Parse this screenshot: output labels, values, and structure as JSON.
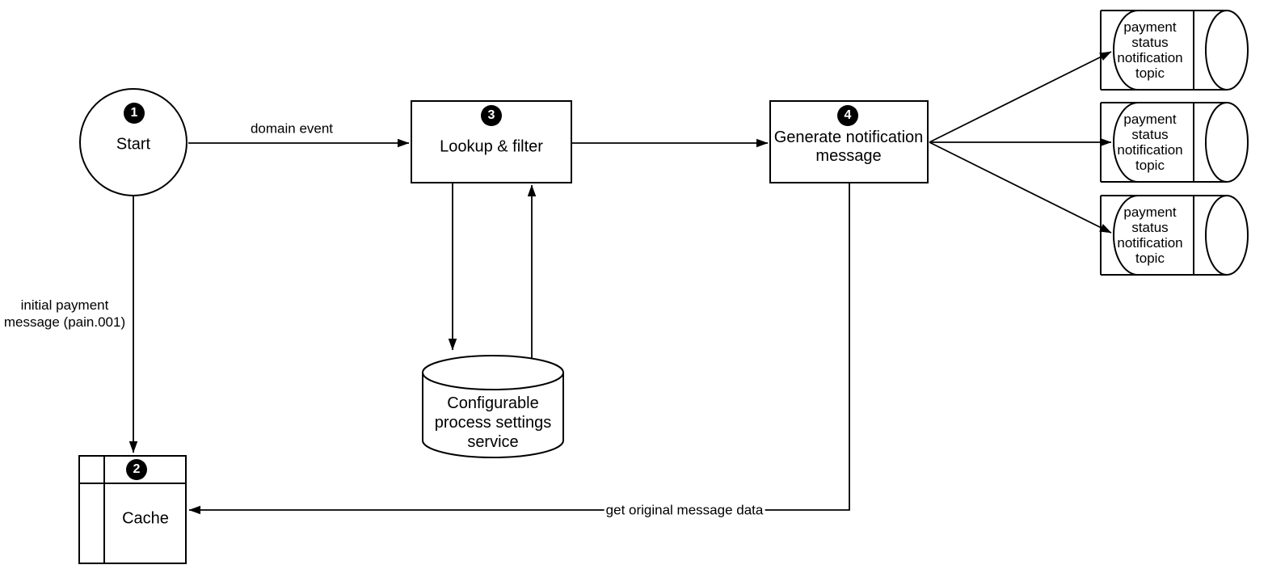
{
  "colors": {
    "stroke": "#000000",
    "fill": "#ffffff",
    "badge_bg": "#000000",
    "badge_text": "#ffffff"
  },
  "nodes": {
    "start": {
      "badge": "1",
      "label": "Start"
    },
    "cache": {
      "badge": "2",
      "label": "Cache"
    },
    "lookup_filter": {
      "badge": "3",
      "label": "Lookup & filter"
    },
    "generate_notification": {
      "badge": "4",
      "label": "Generate notification message"
    },
    "settings_service": {
      "label": "Configurable process settings service"
    },
    "topics": [
      {
        "label": "payment status notification topic"
      },
      {
        "label": "payment status notification topic"
      },
      {
        "label": "payment status notification topic"
      }
    ]
  },
  "edges": {
    "start_to_lookup": {
      "label": "domain event"
    },
    "start_to_cache": {
      "label": "initial payment message (pain.001)"
    },
    "generate_to_cache": {
      "label": "get original message data"
    }
  }
}
